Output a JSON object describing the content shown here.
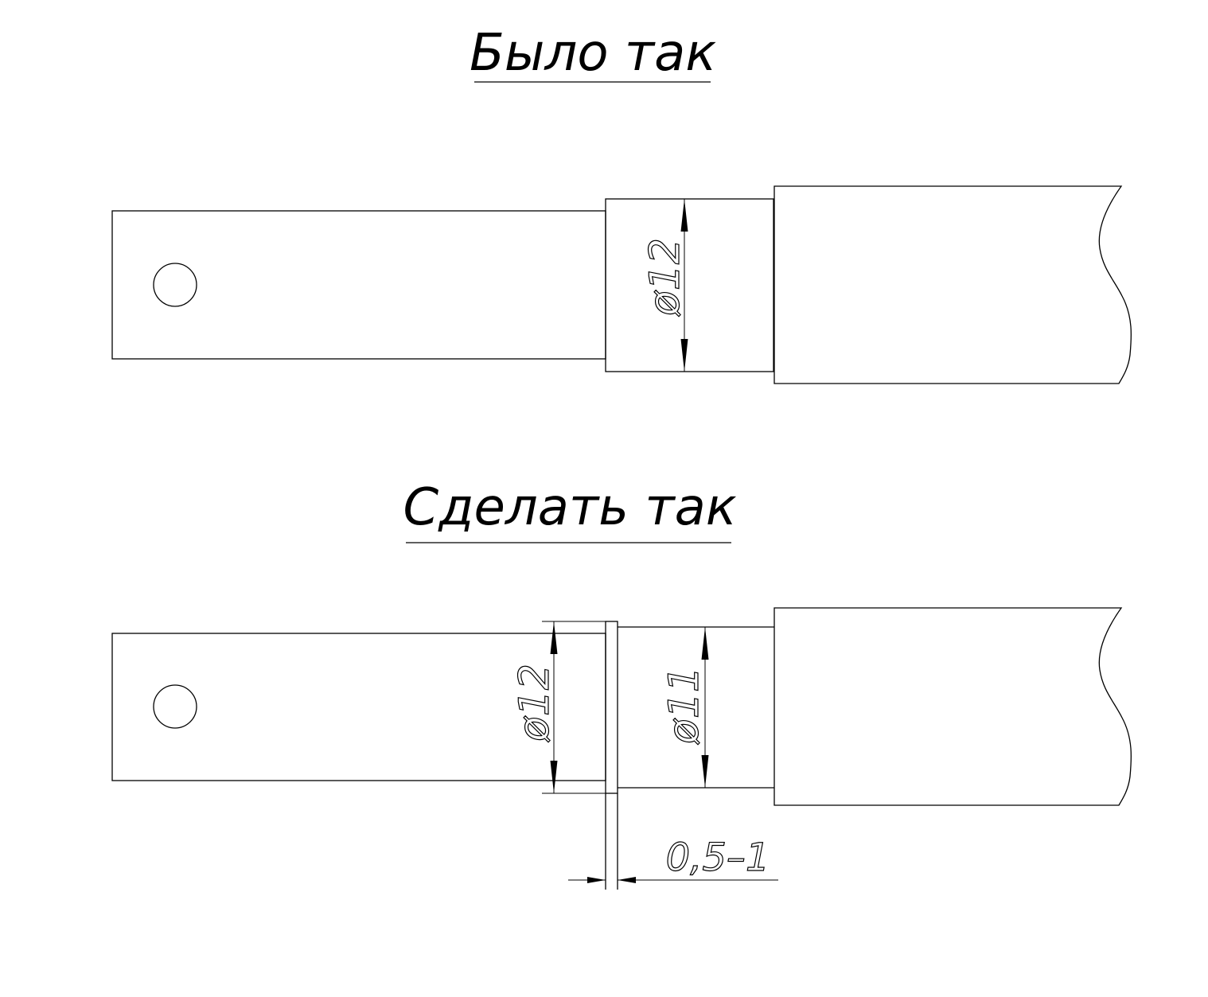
{
  "section_before": {
    "title": "Было так",
    "dimension": "ø12"
  },
  "section_after": {
    "title": "Сделать так",
    "dimension_left": "ø12",
    "dimension_right": "ø11",
    "gap_dimension": "0,5–1"
  }
}
